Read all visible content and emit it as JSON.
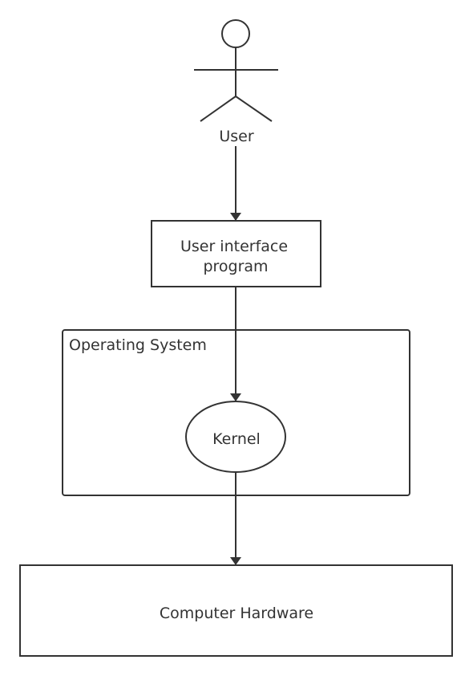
{
  "diagram": {
    "actor": {
      "label": "User"
    },
    "ui_program": {
      "line1": "User interface",
      "line2": "program"
    },
    "os_group": {
      "label": "Operating System"
    },
    "kernel": {
      "label": "Kernel"
    },
    "hardware": {
      "label": "Computer Hardware"
    },
    "colors": {
      "stroke": "#333333",
      "text": "#333333",
      "background": "#ffffff"
    }
  }
}
